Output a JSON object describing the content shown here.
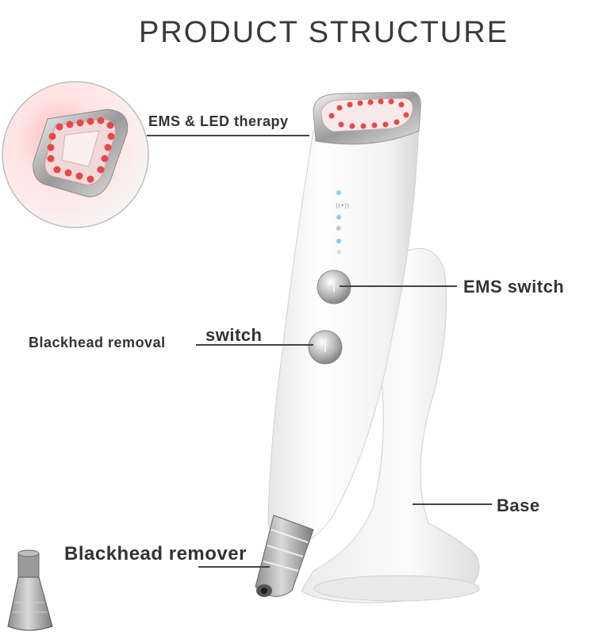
{
  "title": "PRODUCT STRUCTURE",
  "labels": {
    "ems_led": "EMS & LED therapy",
    "ems_switch": "EMS switch",
    "blackhead_removal": "Blackhead removal",
    "switch": "switch",
    "base": "Base",
    "blackhead_remover": "Blackhead remover"
  },
  "colors": {
    "led_red": "#e8474a",
    "device_white": "#f4f4f4",
    "chrome": "#b8b8b8",
    "indicator_blue": "#7fd3f5"
  }
}
